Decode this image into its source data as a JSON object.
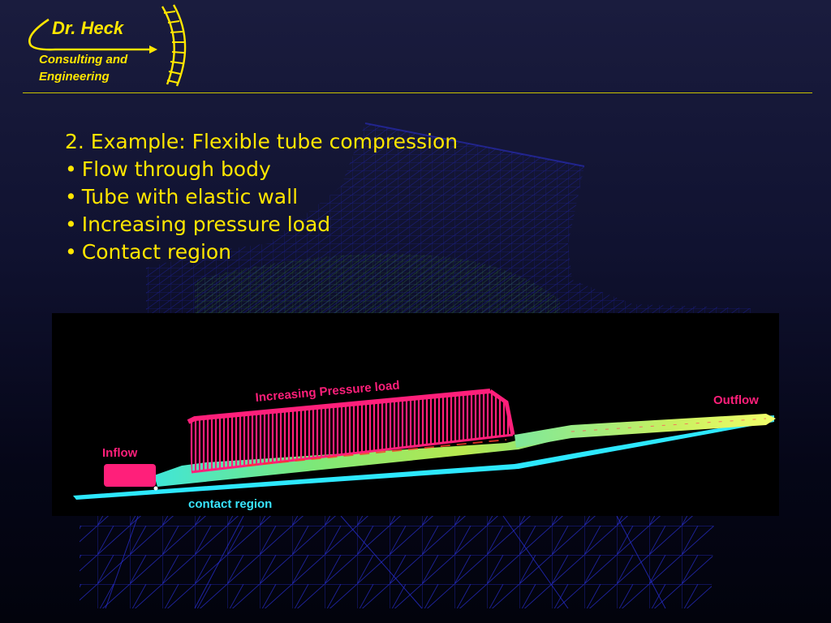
{
  "logo": {
    "name": "Dr. Heck",
    "subtitle_line1": "Consulting and",
    "subtitle_line2": "Engineering"
  },
  "content": {
    "heading": "2. Example: Flexible tube compression",
    "bullet_glyph": "•",
    "bullets": [
      "Flow through body",
      "Tube with elastic wall",
      "Increasing pressure load",
      "Contact region"
    ]
  },
  "simulation": {
    "label_inflow": "Inflow",
    "label_outflow": "Outflow",
    "label_pressure": "Increasing Pressure load",
    "label_contact": "contact region"
  },
  "colors": {
    "accent": "#ffe600",
    "rule": "#c9c200",
    "pressure_pink": "#ff1f7a",
    "contact_cyan": "#39e6ff",
    "mesh_blue": "#1e2ad8"
  }
}
